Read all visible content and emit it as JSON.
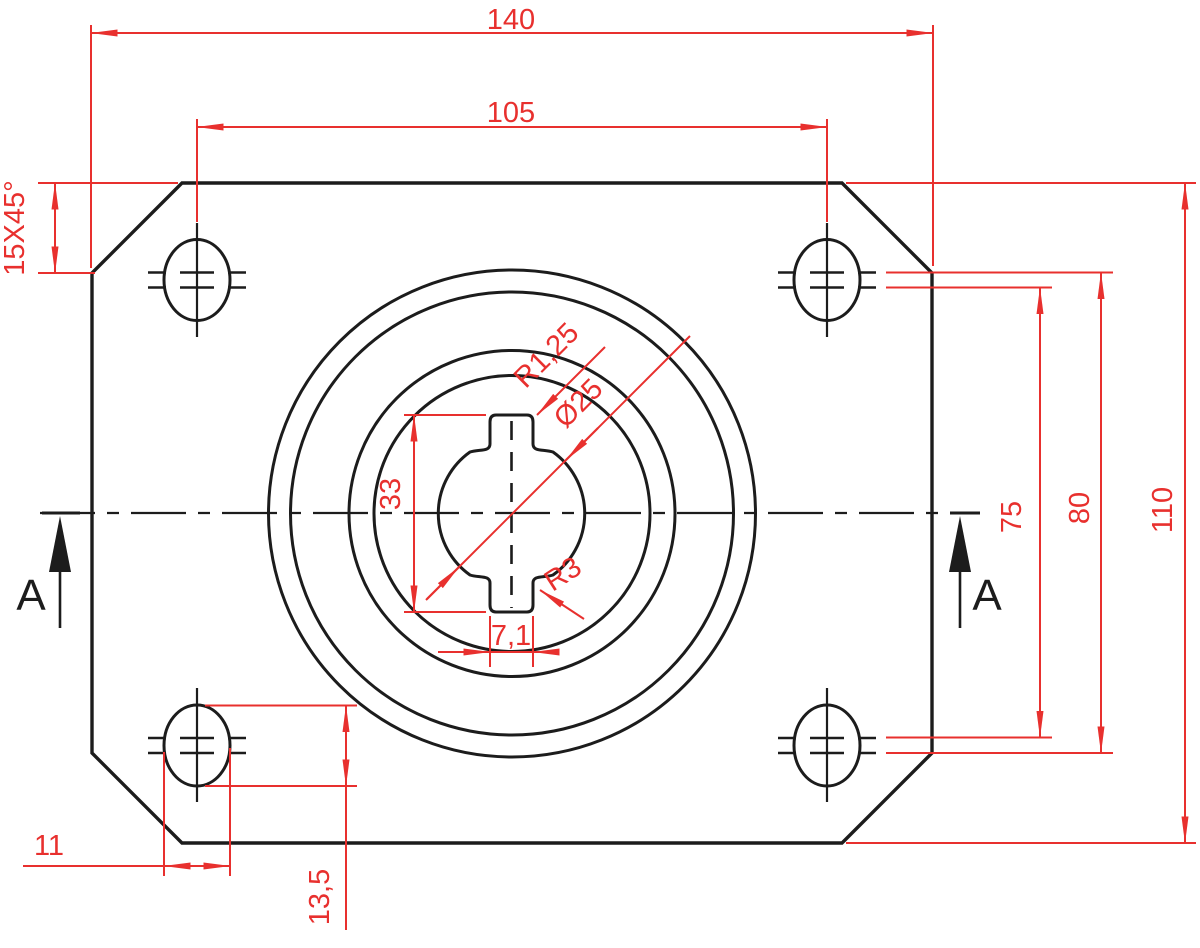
{
  "drawing": {
    "title": "flange-plate-front-view",
    "dims": {
      "overall_width": "140",
      "bolt_spacing_x": "105",
      "corner_chamfer": "15X45°",
      "overall_height": "110",
      "bolt_line_outer": "80",
      "bolt_line_inner": "75",
      "bolt_slot_width": "11",
      "bolt_slot_height": "13,5",
      "keyway_span": "33",
      "keyway_width": "7,1",
      "keyway_corner_radius": "R1,25",
      "bore_diameter": "Ø25",
      "keyway_fillet_radius": "R3"
    },
    "section_marks": {
      "left": "A",
      "right": "A"
    },
    "theme": {
      "edge": "#1c1c1c",
      "dim": "#e8302e",
      "bg": "#ffffff"
    }
  }
}
